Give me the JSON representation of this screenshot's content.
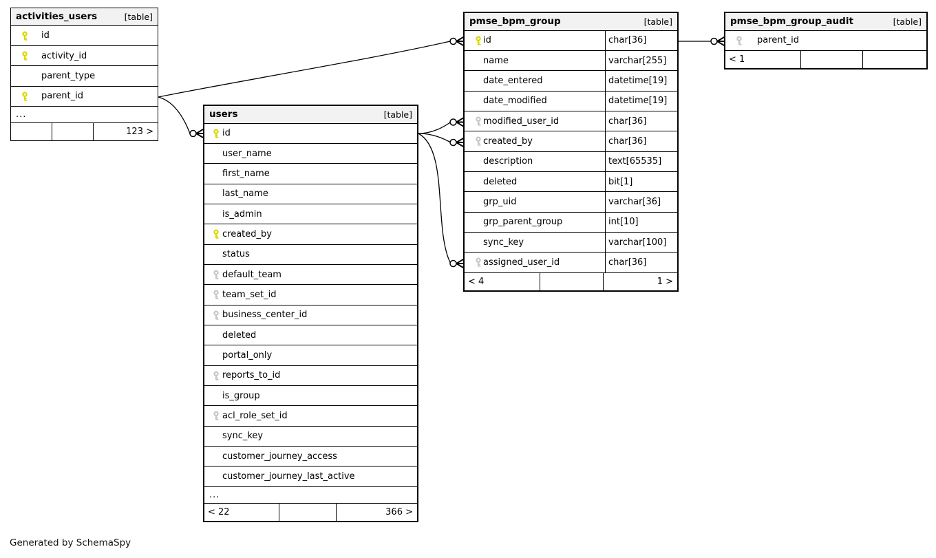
{
  "credit": "Generated by SchemaSpy",
  "colors": {
    "pk_key": "#d9d900",
    "fk_key": "#c6c6c6",
    "header_bg": "#f2f2f2",
    "border": "#000000"
  },
  "tables": [
    {
      "id": "activities_users",
      "title": "activities_users",
      "tag": "[table]",
      "has_types": false,
      "columns": [
        {
          "name": "id",
          "key": "pk"
        },
        {
          "name": "activity_id",
          "key": "pk"
        },
        {
          "name": "parent_type",
          "key": null
        },
        {
          "name": "parent_id",
          "key": "pk"
        },
        {
          "name": "...",
          "ellipsis": true
        }
      ],
      "footer": {
        "left": "",
        "mid": "",
        "right": "123 >"
      }
    },
    {
      "id": "users",
      "title": "users",
      "tag": "[table]",
      "has_types": false,
      "columns": [
        {
          "name": "id",
          "key": "pk"
        },
        {
          "name": "user_name",
          "key": null
        },
        {
          "name": "first_name",
          "key": null
        },
        {
          "name": "last_name",
          "key": null
        },
        {
          "name": "is_admin",
          "key": null
        },
        {
          "name": "created_by",
          "key": "pk"
        },
        {
          "name": "status",
          "key": null
        },
        {
          "name": "default_team",
          "key": "fk"
        },
        {
          "name": "team_set_id",
          "key": "fk"
        },
        {
          "name": "business_center_id",
          "key": "fk"
        },
        {
          "name": "deleted",
          "key": null
        },
        {
          "name": "portal_only",
          "key": null
        },
        {
          "name": "reports_to_id",
          "key": "fk"
        },
        {
          "name": "is_group",
          "key": null
        },
        {
          "name": "acl_role_set_id",
          "key": "fk"
        },
        {
          "name": "sync_key",
          "key": null
        },
        {
          "name": "customer_journey_access",
          "key": null
        },
        {
          "name": "customer_journey_last_active",
          "key": null
        },
        {
          "name": "...",
          "ellipsis": true
        }
      ],
      "footer": {
        "left": "< 22",
        "mid": "",
        "right": "366 >"
      }
    },
    {
      "id": "pmse_bpm_group",
      "title": "pmse_bpm_group",
      "tag": "[table]",
      "has_types": true,
      "columns": [
        {
          "name": "id",
          "type": "char[36]",
          "key": "pk"
        },
        {
          "name": "name",
          "type": "varchar[255]",
          "key": null
        },
        {
          "name": "date_entered",
          "type": "datetime[19]",
          "key": null
        },
        {
          "name": "date_modified",
          "type": "datetime[19]",
          "key": null
        },
        {
          "name": "modified_user_id",
          "type": "char[36]",
          "key": "fk"
        },
        {
          "name": "created_by",
          "type": "char[36]",
          "key": "fk"
        },
        {
          "name": "description",
          "type": "text[65535]",
          "key": null
        },
        {
          "name": "deleted",
          "type": "bit[1]",
          "key": null
        },
        {
          "name": "grp_uid",
          "type": "varchar[36]",
          "key": null
        },
        {
          "name": "grp_parent_group",
          "type": "int[10]",
          "key": null
        },
        {
          "name": "sync_key",
          "type": "varchar[100]",
          "key": null
        },
        {
          "name": "assigned_user_id",
          "type": "char[36]",
          "key": "fk"
        }
      ],
      "footer": {
        "left": "< 4",
        "mid": "",
        "right": "1 >"
      }
    },
    {
      "id": "pmse_bpm_group_audit",
      "title": "pmse_bpm_group_audit",
      "tag": "[table]",
      "has_types": false,
      "columns": [
        {
          "name": "parent_id",
          "key": "fk"
        }
      ],
      "footer": {
        "left": "< 1",
        "mid": "",
        "right": ""
      }
    }
  ],
  "relationships": [
    {
      "from": "activities_users.parent_id",
      "to": "users.id"
    },
    {
      "from": "activities_users.parent_id",
      "to": "pmse_bpm_group.id"
    },
    {
      "from": "users.id",
      "to": "pmse_bpm_group.modified_user_id"
    },
    {
      "from": "users.id",
      "to": "pmse_bpm_group.created_by"
    },
    {
      "from": "users.id",
      "to": "pmse_bpm_group.assigned_user_id"
    },
    {
      "from": "pmse_bpm_group.id",
      "to": "pmse_bpm_group_audit.parent_id"
    }
  ]
}
